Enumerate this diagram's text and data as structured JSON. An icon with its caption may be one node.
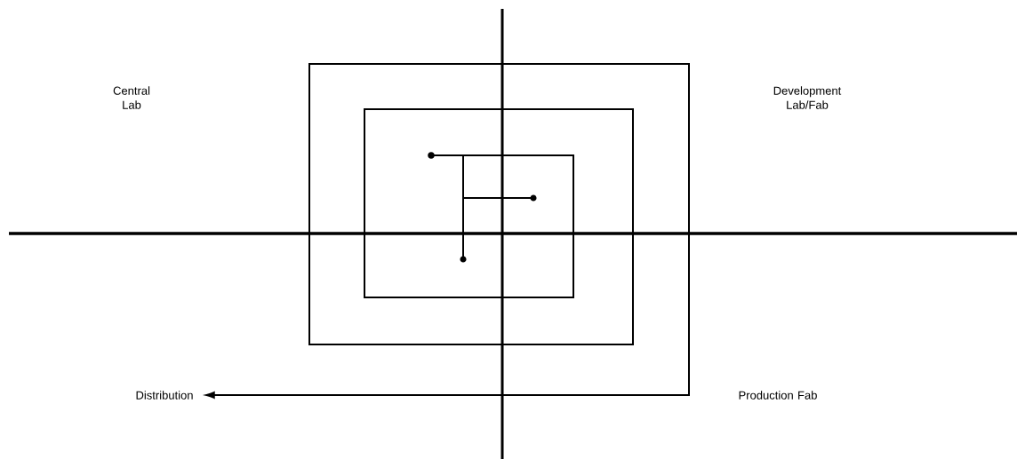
{
  "diagram": {
    "nodes": [
      {
        "text": [],
        "shape": "circle"
      },
      {
        "text": [
          "Distribution"
        ]
      }
    ],
    "edges": [
      {
        "from": 0,
        "to": 1,
        "arrow": "to"
      }
    ],
    "labels": [
      "Central Lab",
      "Development Lab/Fab",
      "Production Fab"
    ]
  }
}
